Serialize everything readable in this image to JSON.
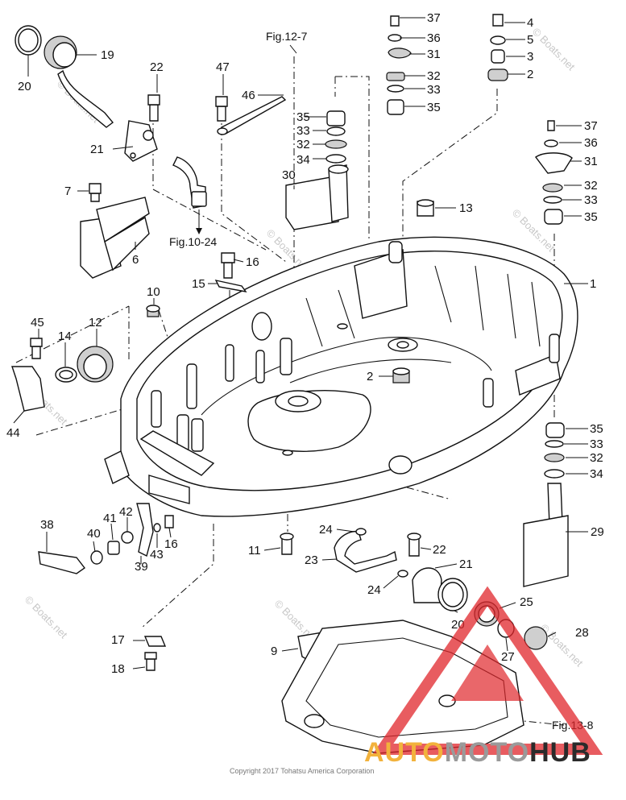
{
  "diagram": {
    "part_numbers": {
      "p1": "1",
      "p2a": "2",
      "p2b": "2",
      "p3": "3",
      "p4": "4",
      "p5": "5",
      "p6": "6",
      "p7": "7",
      "p9": "9",
      "p10": "10",
      "p11": "11",
      "p12": "12",
      "p13": "13",
      "p14": "14",
      "p15": "15",
      "p16a": "16",
      "p16b": "16",
      "p17": "17",
      "p18": "18",
      "p19": "19",
      "p20a": "20",
      "p20b": "20",
      "p21a": "21",
      "p21b": "21",
      "p22a": "22",
      "p22b": "22",
      "p23": "23",
      "p24a": "24",
      "p24b": "24",
      "p25": "25",
      "p27": "27",
      "p28": "28",
      "p29": "29",
      "p30": "30",
      "p31a": "31",
      "p31b": "31",
      "p32a": "32",
      "p32b": "32",
      "p32c": "32",
      "p32d": "32",
      "p33a": "33",
      "p33b": "33",
      "p33c": "33",
      "p33d": "33",
      "p34a": "34",
      "p34b": "34",
      "p35a": "35",
      "p35b": "35",
      "p35c": "35",
      "p35d": "35",
      "p36a": "36",
      "p36b": "36",
      "p37a": "37",
      "p37b": "37",
      "p38": "38",
      "p39": "39",
      "p40": "40",
      "p41": "41",
      "p42": "42",
      "p43": "43",
      "p44": "44",
      "p45": "45",
      "p46": "46",
      "p47": "47"
    },
    "references": {
      "fig_12_7": "Fig.12-7",
      "fig_10_24": "Fig.10-24",
      "fig_13_8": "Fig.13-8"
    },
    "copyright": "Copyright 2017 Tohatsu America Corporation",
    "watermark": "© Boats.net",
    "brand": {
      "part1": "AUTO",
      "part2": "MOTO",
      "part3": "HUB",
      "color_auto": "#f2b23c",
      "color_moto": "#9a9a9a",
      "color_hub": "#2b2b2b",
      "triangle_color": "#e0262b"
    }
  }
}
